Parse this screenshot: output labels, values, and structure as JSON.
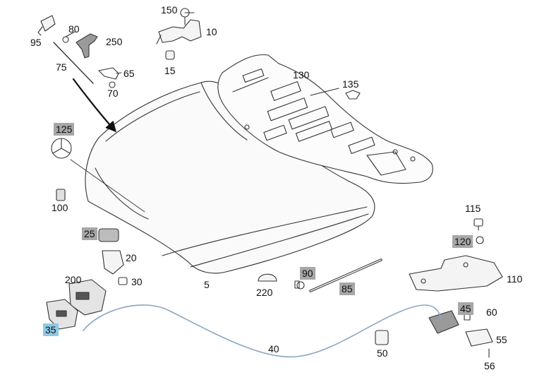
{
  "colors": {
    "line": "#333333",
    "part_fill": "#f4f4f4",
    "highlight_gray": "#a7a7a7",
    "highlight_selected": "#8ecae6",
    "cable": "#8aa6c4"
  },
  "parts": [
    {
      "id": "p95",
      "text": "95",
      "style": "plain"
    },
    {
      "id": "p80",
      "text": "80",
      "style": "plain"
    },
    {
      "id": "p250",
      "text": "250",
      "style": "plain"
    },
    {
      "id": "p75",
      "text": "75",
      "style": "plain"
    },
    {
      "id": "p65",
      "text": "65",
      "style": "plain"
    },
    {
      "id": "p70",
      "text": "70",
      "style": "plain"
    },
    {
      "id": "p150",
      "text": "150",
      "style": "plain"
    },
    {
      "id": "p10",
      "text": "10",
      "style": "plain"
    },
    {
      "id": "p15",
      "text": "15",
      "style": "plain"
    },
    {
      "id": "p130",
      "text": "130",
      "style": "plain"
    },
    {
      "id": "p135",
      "text": "135",
      "style": "plain"
    },
    {
      "id": "p125",
      "text": "125",
      "style": "gray"
    },
    {
      "id": "p100",
      "text": "100",
      "style": "plain"
    },
    {
      "id": "p25",
      "text": "25",
      "style": "gray"
    },
    {
      "id": "p20",
      "text": "20",
      "style": "plain"
    },
    {
      "id": "p200",
      "text": "200",
      "style": "plain"
    },
    {
      "id": "p30",
      "text": "30",
      "style": "plain"
    },
    {
      "id": "p35",
      "text": "35",
      "style": "selected"
    },
    {
      "id": "p5",
      "text": "5",
      "style": "plain"
    },
    {
      "id": "p220",
      "text": "220",
      "style": "plain"
    },
    {
      "id": "p90",
      "text": "90",
      "style": "gray"
    },
    {
      "id": "p85",
      "text": "85",
      "style": "gray"
    },
    {
      "id": "p115",
      "text": "115",
      "style": "plain"
    },
    {
      "id": "p120",
      "text": "120",
      "style": "gray"
    },
    {
      "id": "p110",
      "text": "110",
      "style": "plain"
    },
    {
      "id": "p45",
      "text": "45",
      "style": "gray"
    },
    {
      "id": "p60",
      "text": "60",
      "style": "plain"
    },
    {
      "id": "p55",
      "text": "55",
      "style": "plain"
    },
    {
      "id": "p56",
      "text": "56",
      "style": "plain"
    },
    {
      "id": "p50",
      "text": "50",
      "style": "plain"
    },
    {
      "id": "p40",
      "text": "40",
      "style": "plain"
    }
  ]
}
